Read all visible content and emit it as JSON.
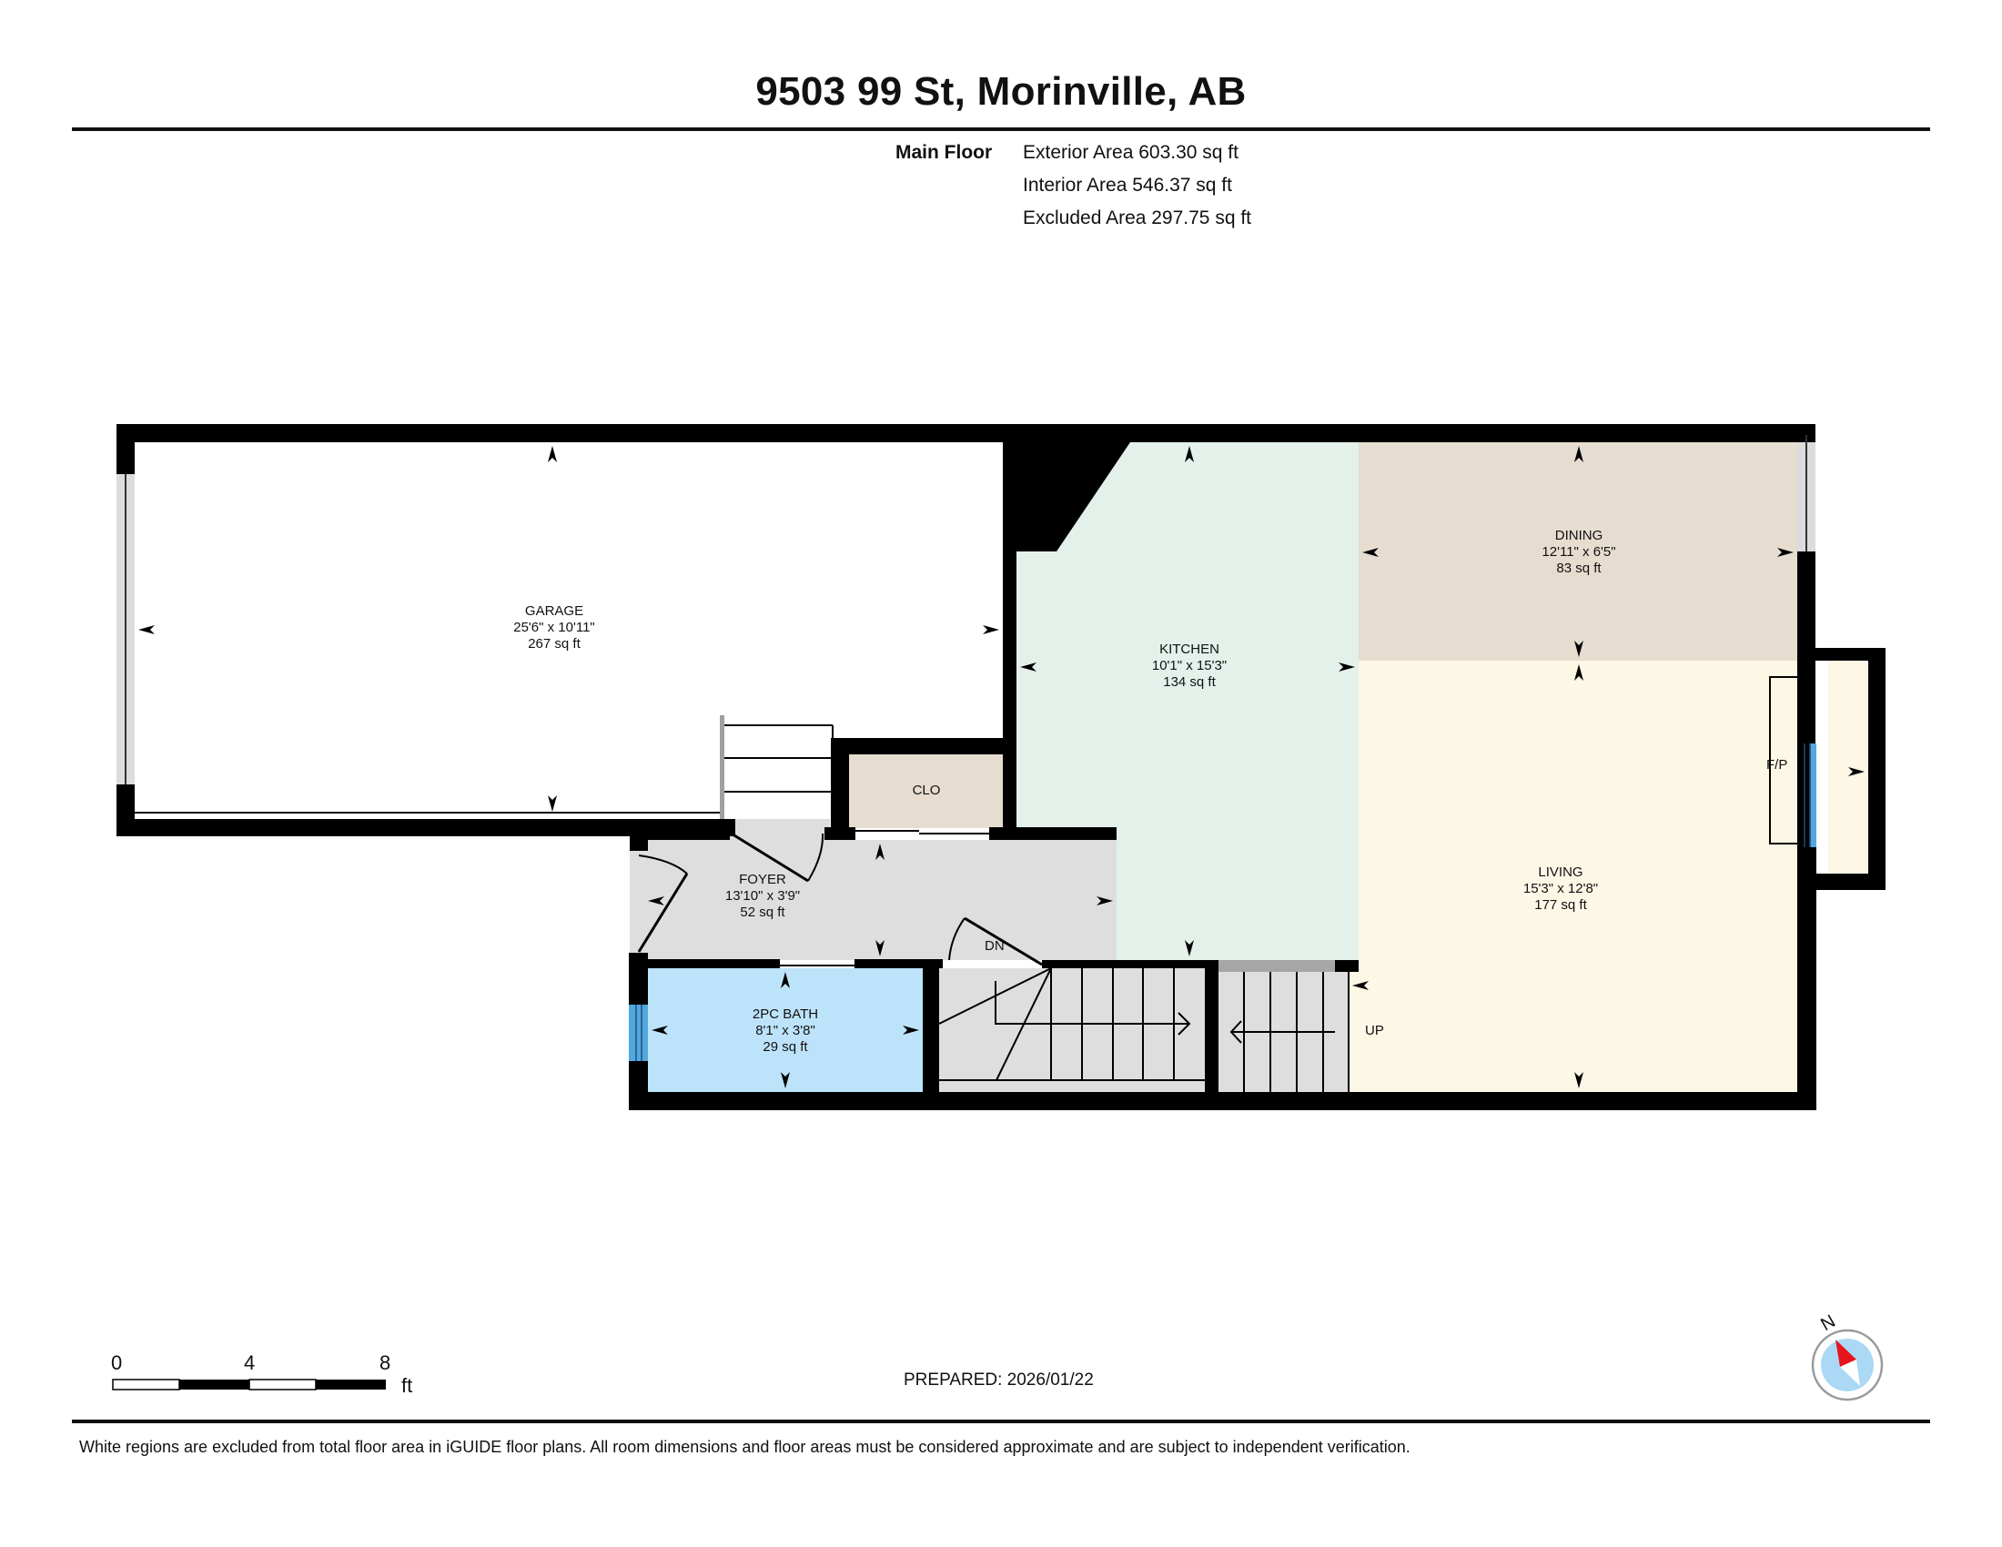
{
  "header": {
    "title": "9503 99 St, Morinville, AB"
  },
  "summary": {
    "floor_name": "Main Floor",
    "exterior_area": "Exterior Area 603.30 sq ft",
    "interior_area": "Interior Area 546.37 sq ft",
    "excluded_area": "Excluded Area 297.75 sq ft"
  },
  "rooms": [
    {
      "name": "GARAGE",
      "dims": "25'6\" x 10'11\"",
      "area": "267 sq ft",
      "color": "#ffffff"
    },
    {
      "name": "KITCHEN",
      "dims": "10'1\" x 15'3\"",
      "area": "134 sq ft",
      "color": "#e3f1ea"
    },
    {
      "name": "DINING",
      "dims": "12'11\" x 6'5\"",
      "area": "83 sq ft",
      "color": "#e6ddd0"
    },
    {
      "name": "LIVING",
      "dims": "15'3\" x 12'8\"",
      "area": "177 sq ft",
      "color": "#fdf7e6"
    },
    {
      "name": "FOYER",
      "dims": "13'10\" x 3'9\"",
      "area": "52 sq ft",
      "color": "#dedede"
    },
    {
      "name": "2PC BATH",
      "dims": "8'1\" x 3'8\"",
      "area": "29 sq ft",
      "color": "#bde3fa"
    },
    {
      "name": "CLO",
      "color": "#e6ddd0"
    }
  ],
  "annotations": {
    "fireplace": "F/P",
    "stairs_down": "DN",
    "stairs_up": "UP"
  },
  "scale_bar": {
    "ticks": [
      "0",
      "4",
      "8"
    ],
    "unit": "ft"
  },
  "compass": {
    "label": "N",
    "needle_color": "#e8141b",
    "dial_color": "#aad8f5"
  },
  "prepared": "PREPARED: 2026/01/22",
  "footer": {
    "disclaimer": "White regions are excluded from total floor area in iGUIDE floor plans. All room dimensions and floor areas must be considered approximate and are subject to independent verification."
  },
  "colors": {
    "wall": "#000000",
    "window_exterior": "#52a7de",
    "window_grey": "#dcdcdc"
  }
}
